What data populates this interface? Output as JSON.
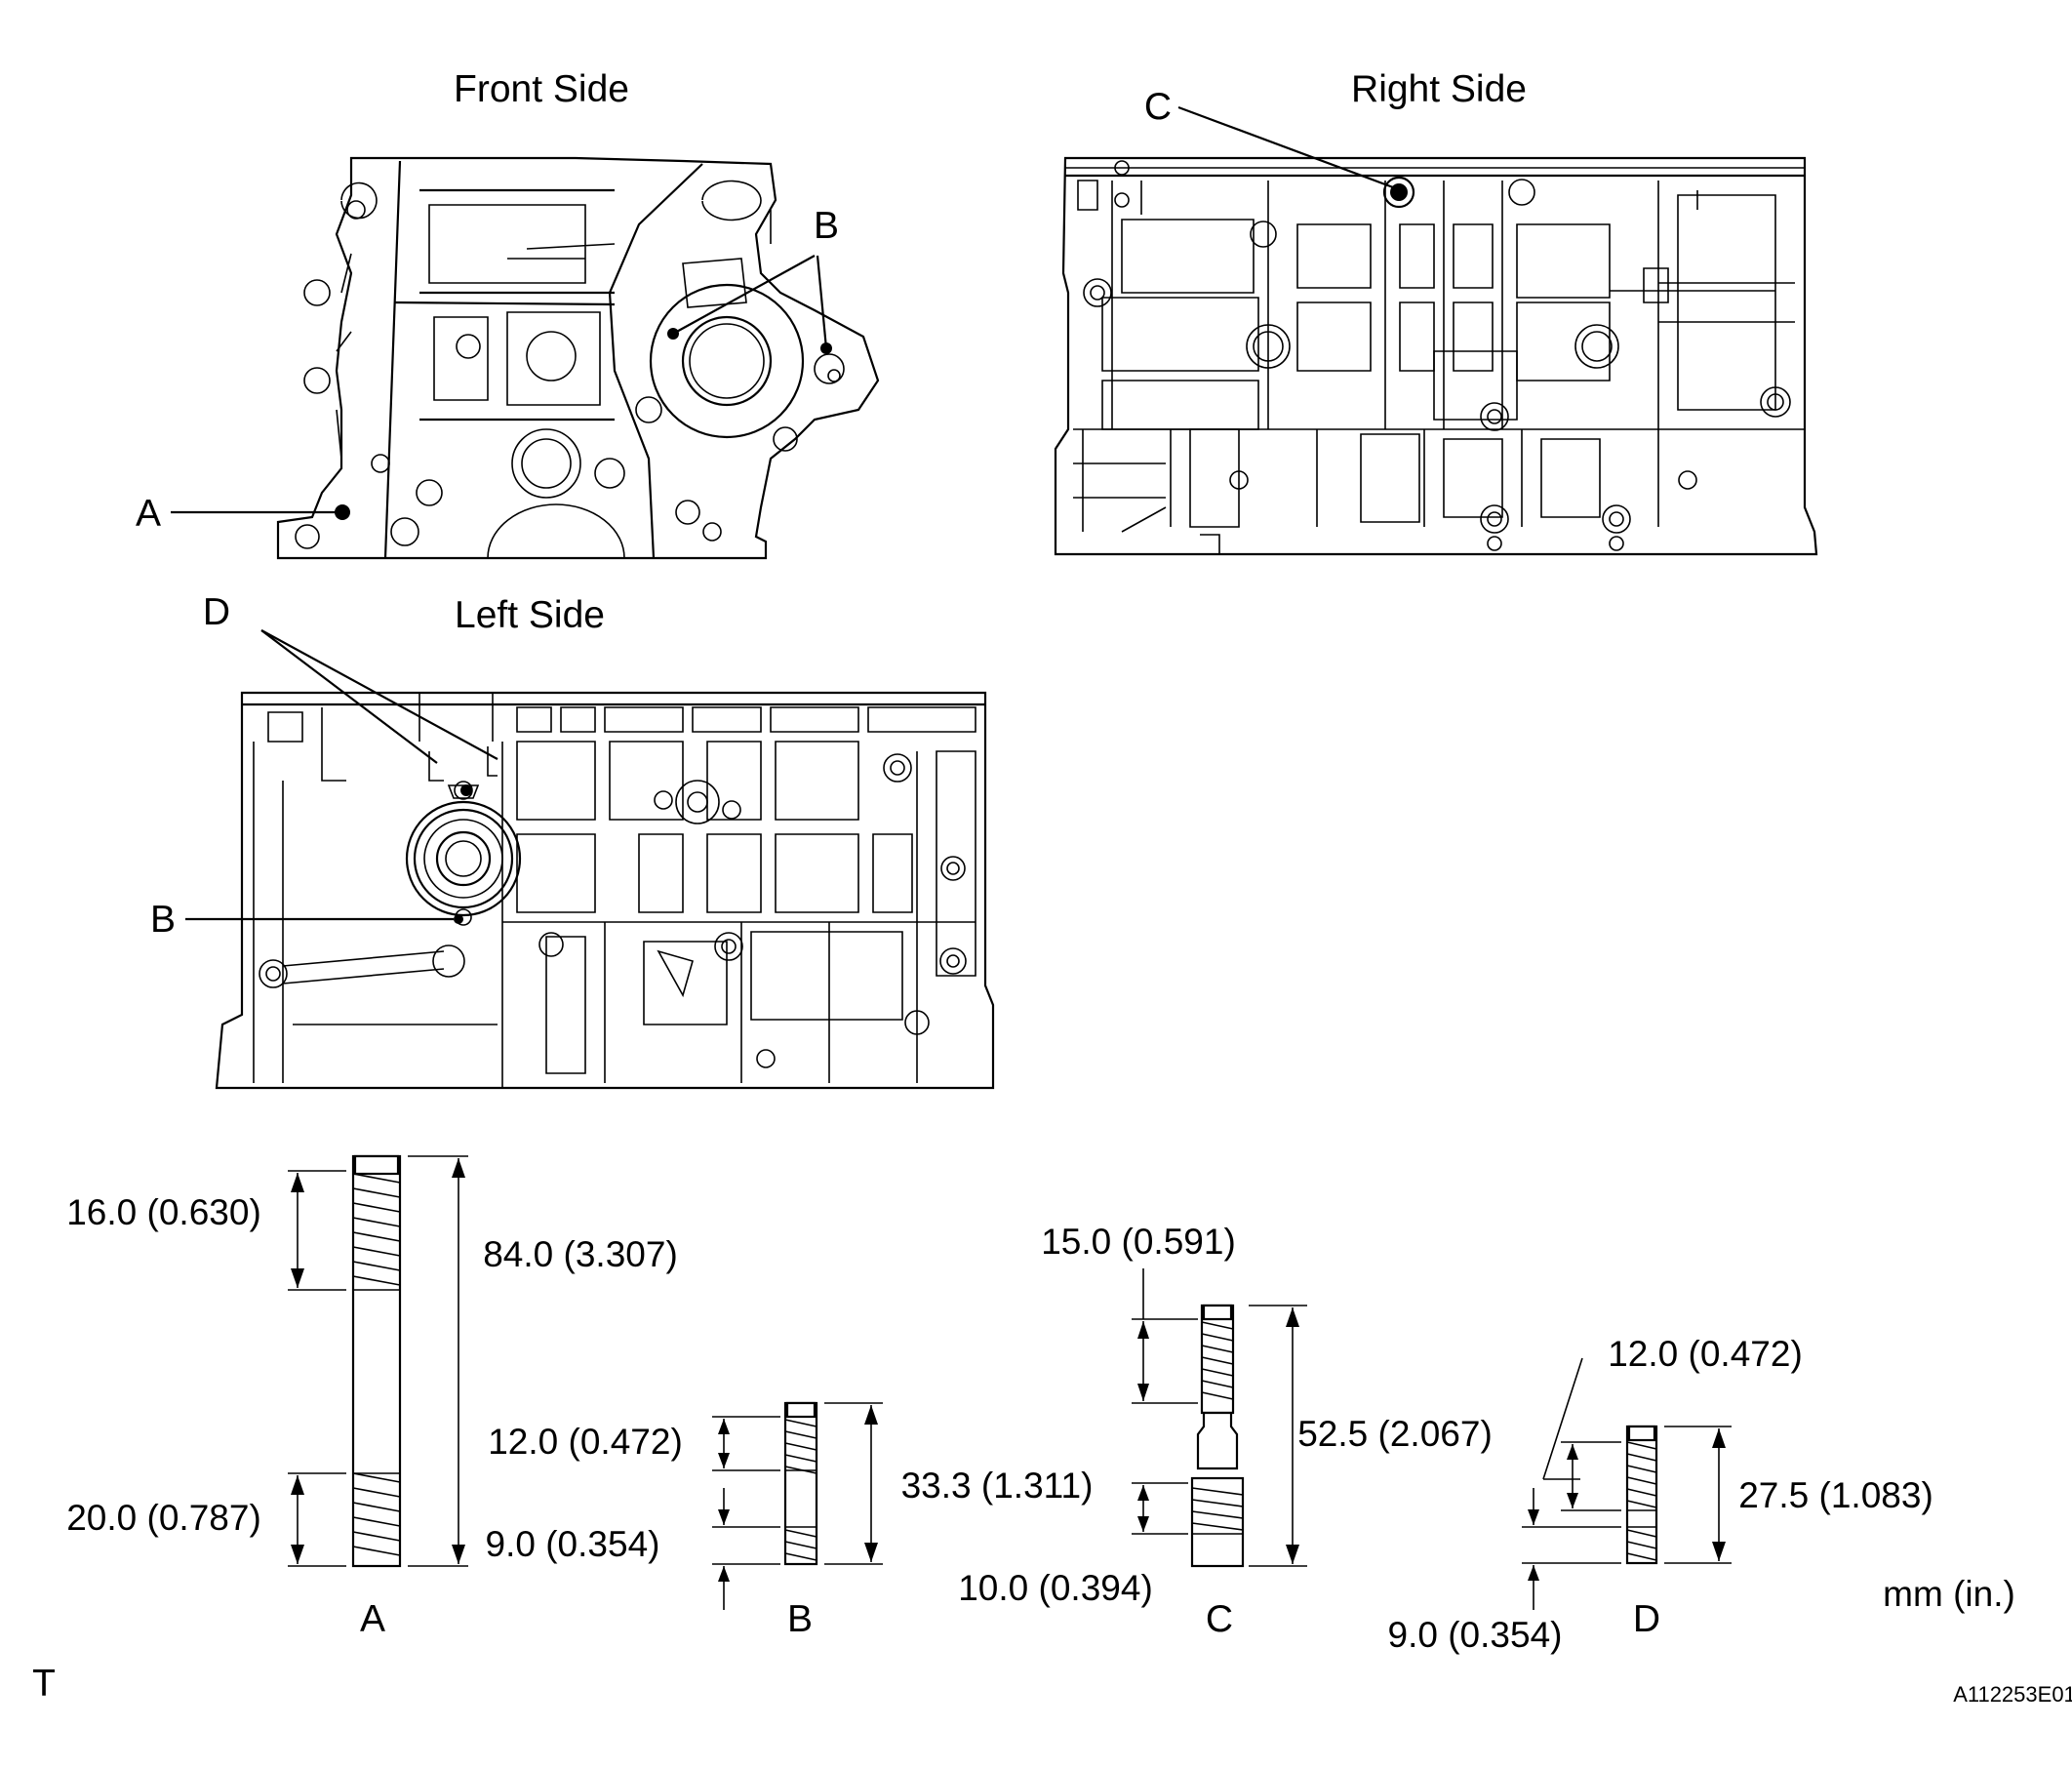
{
  "views": {
    "front": "Front Side",
    "right": "Right Side",
    "left": "Left Side"
  },
  "callouts": {
    "front_a": "A",
    "front_b": "B",
    "right_c": "C",
    "left_d": "D",
    "left_b": "B"
  },
  "studs": {
    "a": {
      "name": "A",
      "top_thread": "16.0 (0.630)",
      "total": "84.0 (3.307)",
      "bottom_thread": "20.0 (0.787)"
    },
    "b": {
      "name": "B",
      "top_thread": "12.0 (0.472)",
      "total": "33.3 (1.311)",
      "bottom_thread": "9.0 (0.354)"
    },
    "c": {
      "name": "C",
      "top_thread": "15.0 (0.591)",
      "total": "52.5 (2.067)",
      "bottom_thread": "10.0 (0.394)"
    },
    "d": {
      "name": "D",
      "top_thread": "12.0 (0.472)",
      "total": "27.5 (1.083)",
      "bottom_thread": "9.0 (0.354)"
    }
  },
  "units": "mm (in.)",
  "corner_mark": "T",
  "figure_code": "A112253E01"
}
